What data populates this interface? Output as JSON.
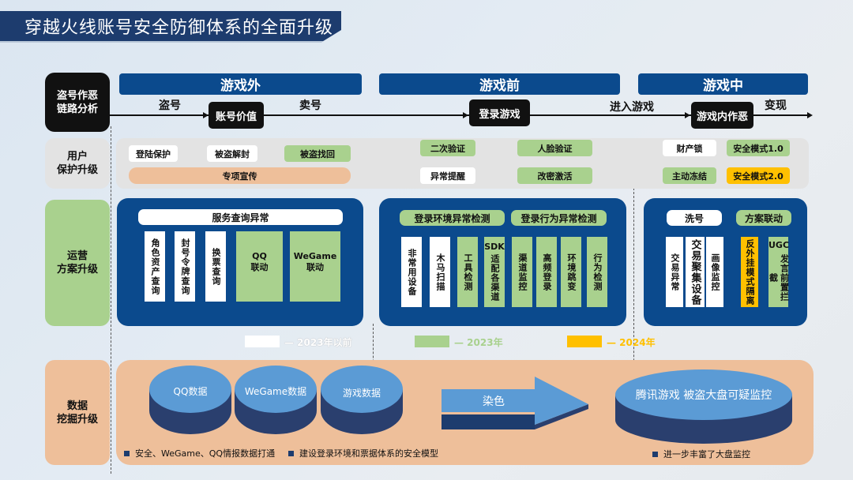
{
  "title": "穿越火线账号安全防御体系的全面升级",
  "row_labels": {
    "chain": "盗号作恶\n链路分析",
    "user": "用户\n保护升级",
    "ops": "运营\n方案升级",
    "data": "数据\n挖掘升级"
  },
  "phases": [
    "游戏外",
    "游戏前",
    "游戏中"
  ],
  "timeline": {
    "stages": [
      "账号价值",
      "登录游戏",
      "游戏内作恶"
    ],
    "flow_labels": [
      "盗号",
      "卖号",
      "进入游戏",
      "变现"
    ]
  },
  "user_protect": {
    "out_game": [
      {
        "label": "登陆保护",
        "color": "white"
      },
      {
        "label": "被盗解封",
        "color": "white"
      },
      {
        "label": "被盗找回",
        "color": "green"
      },
      {
        "label": "专项宣传",
        "color": "peach"
      }
    ],
    "pre_game": [
      {
        "label": "二次验证",
        "color": "green"
      },
      {
        "label": "人脸验证",
        "color": "green"
      },
      {
        "label": "异常提醒",
        "color": "white"
      },
      {
        "label": "改密激活",
        "color": "green"
      }
    ],
    "in_game": [
      {
        "label": "财产锁",
        "color": "white"
      },
      {
        "label": "安全模式1.0",
        "color": "green"
      },
      {
        "label": "主动冻结",
        "color": "green"
      },
      {
        "label": "安全模式2.0",
        "color": "orange"
      }
    ]
  },
  "ops": {
    "out_game": {
      "header": "服务查询异常",
      "cards": [
        {
          "label": "角色资产查询",
          "color": "white"
        },
        {
          "label": "封号令牌查询",
          "color": "white"
        },
        {
          "label": "换票查询",
          "color": "white"
        },
        {
          "label": "QQ\n联动",
          "color": "green"
        },
        {
          "label": "WeGame\n联动",
          "color": "green"
        }
      ]
    },
    "pre_game": {
      "headers": [
        "登录环境异常检测",
        "登录行为异常检测"
      ],
      "cards": [
        {
          "label": "非常用设备",
          "color": "white"
        },
        {
          "label": "木马扫描",
          "color": "white"
        },
        {
          "label": "工具检测",
          "color": "green"
        },
        {
          "label": "适配各渠道",
          "prefix": "SDK",
          "color": "green"
        },
        {
          "label": "渠道监控",
          "color": "green"
        },
        {
          "label": "高频登录",
          "color": "green"
        },
        {
          "label": "环境跳变",
          "color": "green"
        },
        {
          "label": "行为检测",
          "color": "green"
        }
      ]
    },
    "in_game": {
      "headers": [
        "洗号",
        "方案联动"
      ],
      "cards": [
        {
          "label": "交易异常",
          "color": "white"
        },
        {
          "label": "交易聚集设备",
          "color": "white"
        },
        {
          "label": "画像监控",
          "color": "white"
        },
        {
          "label": "反外挂模式隔离",
          "color": "orange"
        },
        {
          "label": "发言前置拦截",
          "prefix": "UGC",
          "color": "green"
        }
      ]
    }
  },
  "legend": [
    {
      "label": "—  2023年以前",
      "color": "#ffffff"
    },
    {
      "label": "—  2023年",
      "color": "#a9d18e"
    },
    {
      "label": "—  2024年",
      "color": "#ffc000"
    }
  ],
  "data_mining": {
    "sources": [
      "QQ数据",
      "WeGame数据",
      "游戏数据"
    ],
    "arrow_label": "染色",
    "target": "腾讯游戏 被盗大盘可疑监控",
    "bullets": [
      "安全、WeGame、QQ情报数据打通",
      "建设登录环境和票据体系的安全模型",
      "进一步丰富了大盘监控"
    ]
  },
  "colors": {
    "navy": "#0b4a8d",
    "title_bg": "#1d3c6e",
    "green": "#a9d18e",
    "orange": "#ffc000",
    "peach": "#eebf9a",
    "cyl_top": "#5b9bd5",
    "cyl_side": "#2a3f6e"
  }
}
